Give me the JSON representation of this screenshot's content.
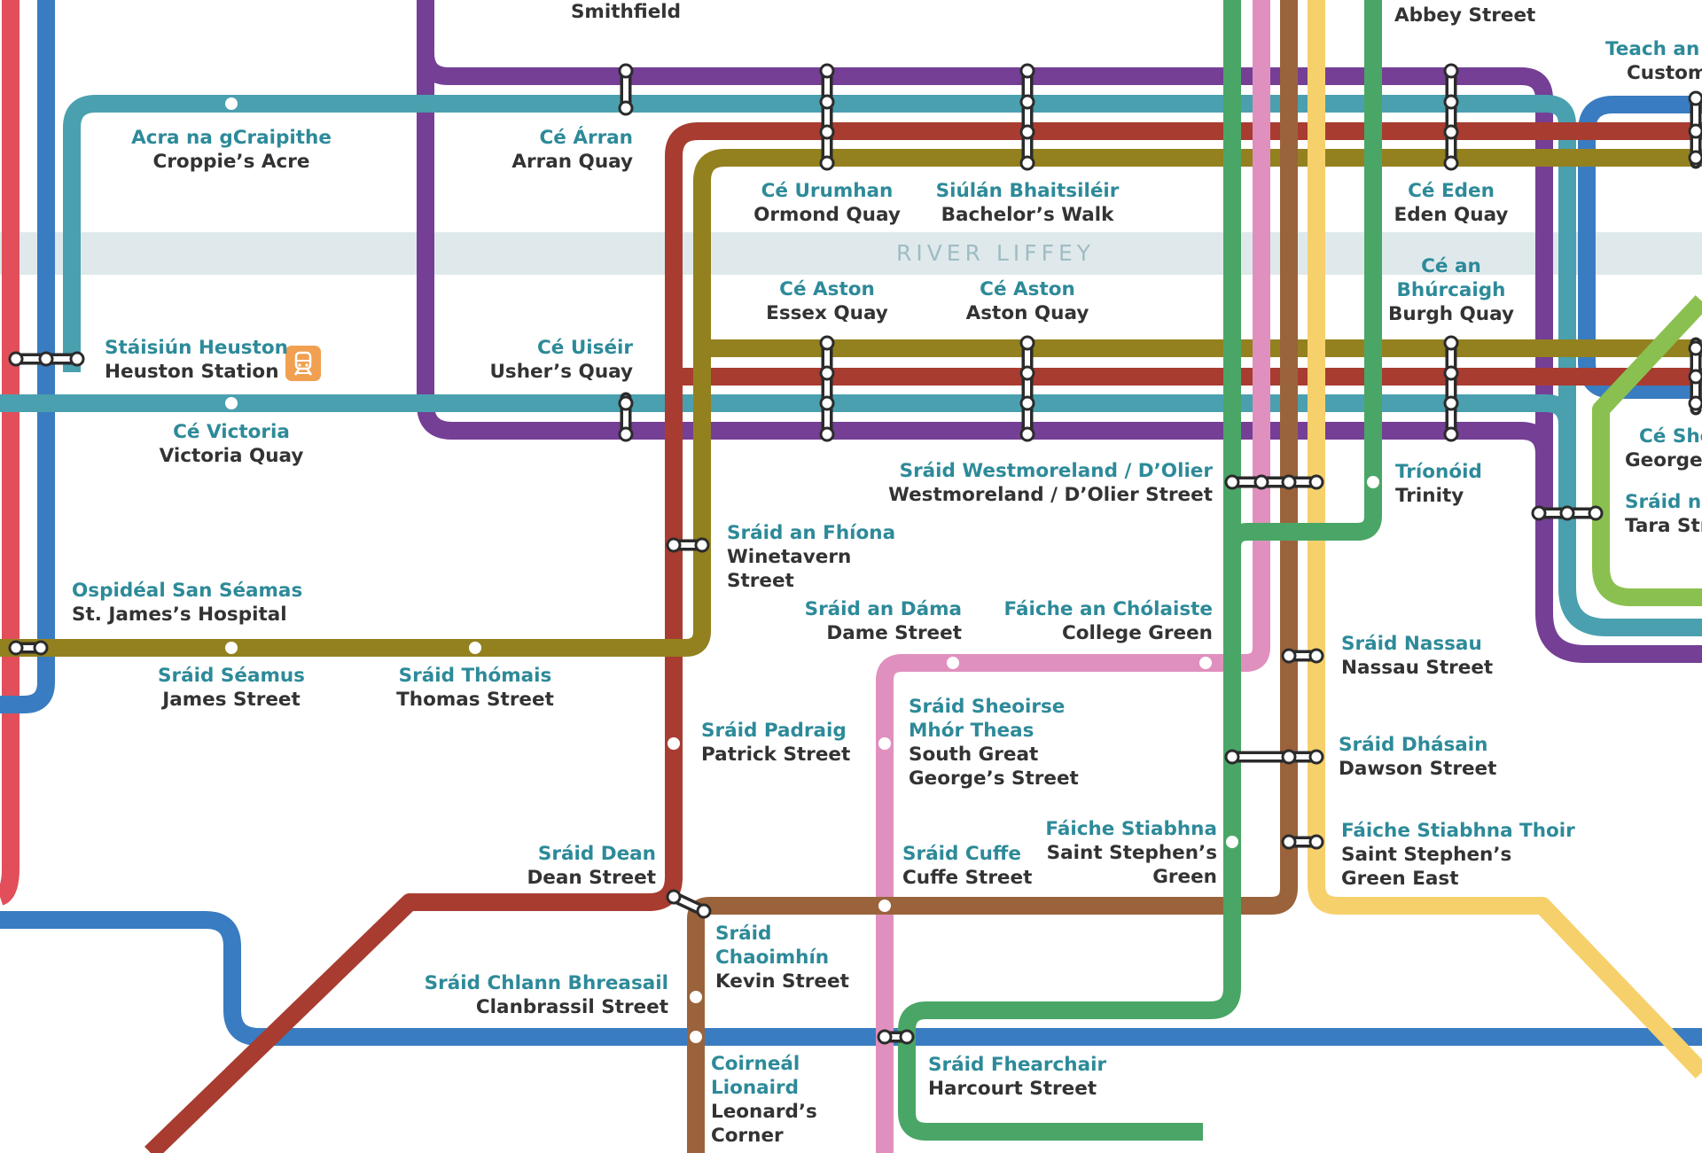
{
  "river": {
    "label": "RIVER LIFFEY"
  },
  "colors": {
    "red": "#e24f5a",
    "blue": "#3a7cc1",
    "purple": "#743f95",
    "teal": "#4aa0af",
    "rust": "#a83c30",
    "olive": "#93811f",
    "pink": "#e090be",
    "brown": "#9a633b",
    "yellow": "#f6d06b",
    "green": "#4aa666",
    "lightgreen": "#8ac04f",
    "river": "#dfe9ec",
    "label_irish": "#2d8a99",
    "label_english": "#333333"
  },
  "icons": {
    "rail": "train-icon"
  },
  "stations": [
    {
      "id": "smithfield",
      "ga": "",
      "en": "Smithfield"
    },
    {
      "id": "abbey",
      "ga": "",
      "en": "Abbey Street"
    },
    {
      "id": "custom",
      "ga": "Teach an C",
      "en": "Custom"
    },
    {
      "id": "croppies",
      "ga": "Acra na gCraipithe",
      "en": "Croppie’s Acre"
    },
    {
      "id": "arran",
      "ga": "Cé Árran",
      "en": "Arran Quay"
    },
    {
      "id": "ormond",
      "ga": "Cé Urumhan",
      "en": "Ormond Quay"
    },
    {
      "id": "bachelors",
      "ga": "Siúlán Bhaitsiléir",
      "en": "Bachelor’s Walk"
    },
    {
      "id": "eden",
      "ga": "Cé Eden",
      "en": "Eden Quay"
    },
    {
      "id": "essex",
      "ga": "Cé Aston",
      "en": "Essex Quay"
    },
    {
      "id": "aston",
      "ga": "Cé Aston",
      "en": "Aston Quay"
    },
    {
      "id": "burgh",
      "ga": "Cé an Bhúrcaigh",
      "en": "Burgh Quay"
    },
    {
      "id": "heuston",
      "ga": "Stáisiún Heuston",
      "en": "Heuston Station"
    },
    {
      "id": "ushers",
      "ga": "Cé Uiséir",
      "en": "Usher’s Quay"
    },
    {
      "id": "victoria",
      "ga": "Cé Victoria",
      "en": "Victoria Quay"
    },
    {
      "id": "georges_quay",
      "ga": "Cé She",
      "en": "George’"
    },
    {
      "id": "westmoreland",
      "ga": "Sráid Westmoreland / D’Olier",
      "en": "Westmoreland / D’Olier Street"
    },
    {
      "id": "trinity",
      "ga": "Tríonóid",
      "en": "Trinity"
    },
    {
      "id": "tara",
      "ga": "Sráid na",
      "en": "Tara Stre"
    },
    {
      "id": "winetavern",
      "ga": "Sráid an Fhíona",
      "en": "Winetavern Street"
    },
    {
      "id": "stjames",
      "ga": "Ospidéal San Séamas",
      "en": "St. James’s Hospital"
    },
    {
      "id": "dame",
      "ga": "Sráid an Dáma",
      "en": "Dame Street"
    },
    {
      "id": "college",
      "ga": "Fáiche an Chólaiste",
      "en": "College Green"
    },
    {
      "id": "nassau",
      "ga": "Sráid Nassau",
      "en": "Nassau Street"
    },
    {
      "id": "james",
      "ga": "Sráid Séamus",
      "en": "James Street"
    },
    {
      "id": "thomas",
      "ga": "Sráid Thómais",
      "en": "Thomas Street"
    },
    {
      "id": "patrick",
      "ga": "Sráid Padraig",
      "en": "Patrick Street"
    },
    {
      "id": "sgeorges",
      "ga": "Sráid Sheoirse Mhór Theas",
      "en": "South Great George’s Street"
    },
    {
      "id": "dawson",
      "ga": "Sráid Dhásain",
      "en": "Dawson Street"
    },
    {
      "id": "ststephens",
      "ga": "Fáiche Stiabhna",
      "en": "Saint Stephen’s Green"
    },
    {
      "id": "ststephens_east",
      "ga": "Fáiche Stiabhna Thoir",
      "en": "Saint Stephen’s Green East"
    },
    {
      "id": "dean",
      "ga": "Sráid Dean",
      "en": "Dean Street"
    },
    {
      "id": "cuffe",
      "ga": "Sráid Cuffe",
      "en": "Cuffe Street"
    },
    {
      "id": "kevin",
      "ga": "Sráid Chaoimhín",
      "en": "Kevin Street"
    },
    {
      "id": "clanbrassil",
      "ga": "Sráid Chlann Bhreasail",
      "en": "Clanbrassil Street"
    },
    {
      "id": "harcourt",
      "ga": "Sráid Fhearchair",
      "en": "Harcourt Street"
    },
    {
      "id": "leonards",
      "ga": "Coirneál Lionaird",
      "en": "Leonard’s Corner"
    }
  ]
}
